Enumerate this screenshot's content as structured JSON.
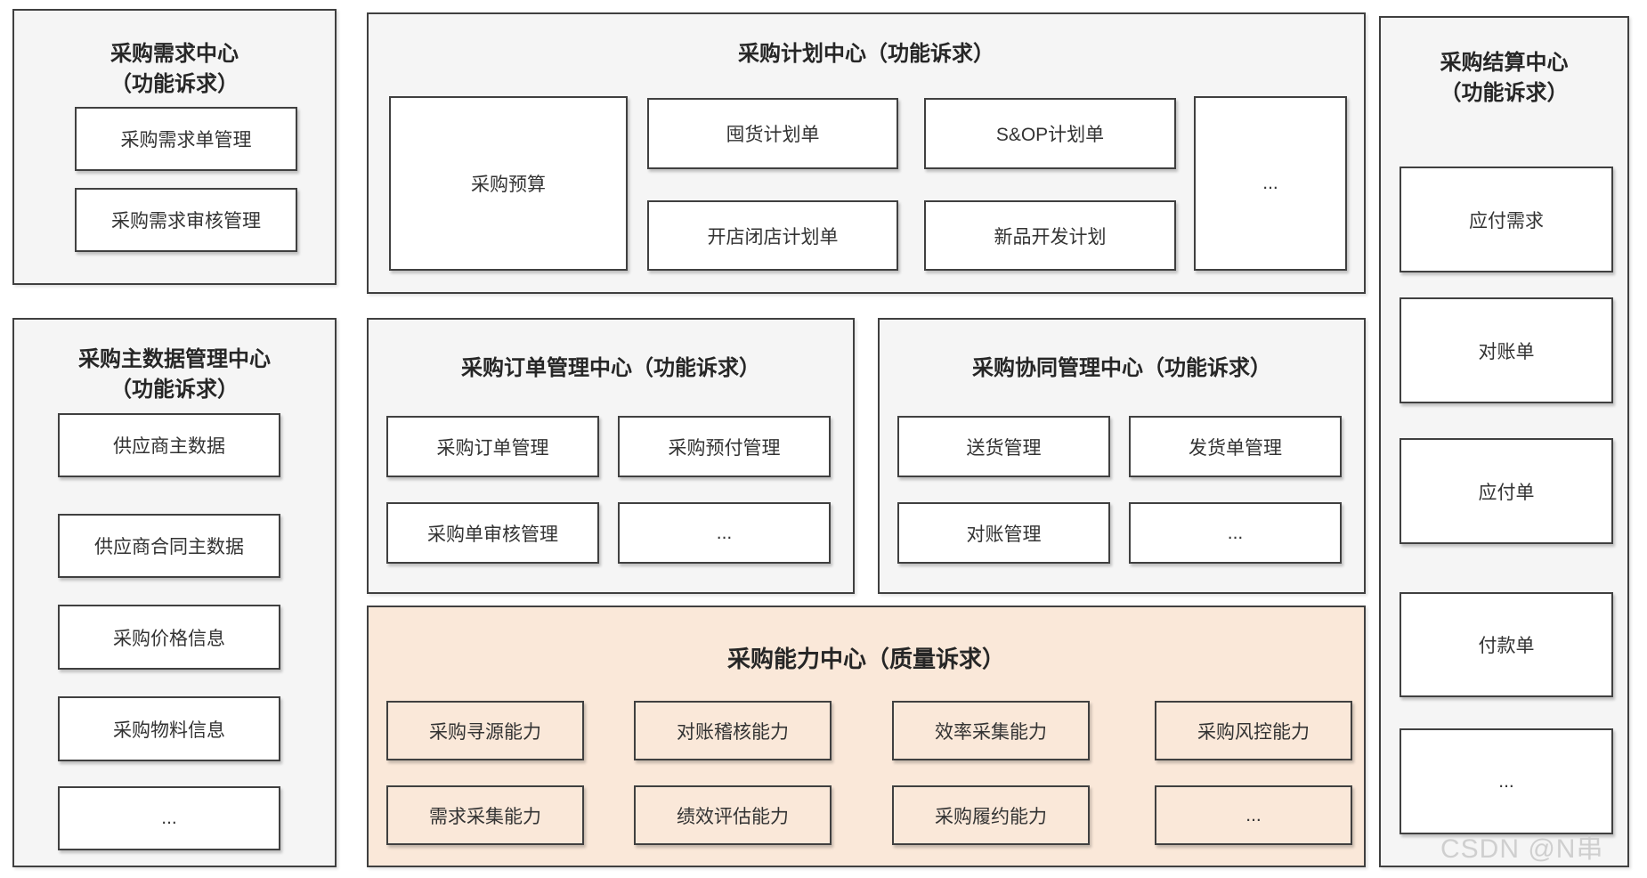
{
  "diagram": {
    "watermark": "CSDN @N串",
    "colors": {
      "panel_bg": "#f5f5f5",
      "panel_border": "#404040",
      "box_bg": "#ffffff",
      "capability_bg": "#fae8d9",
      "text": "#262626",
      "watermark_color": "#cfcfcf"
    },
    "panels": {
      "demand": {
        "title": "采购需求中心",
        "subtitle": "（功能诉求）",
        "boxes": [
          "采购需求单管理",
          "采购需求审核管理"
        ]
      },
      "plan": {
        "title": "采购计划中心（功能诉求）",
        "budget": "采购预算",
        "boxes": [
          "囤货计划单",
          "S&OP计划单",
          "开店闭店计划单",
          "新品开发计划"
        ],
        "more": "..."
      },
      "settlement": {
        "title": "采购结算中心",
        "subtitle": "（功能诉求）",
        "boxes": [
          "应付需求",
          "对账单",
          "应付单",
          "付款单",
          "..."
        ]
      },
      "master_data": {
        "title": "采购主数据管理中心",
        "subtitle": "（功能诉求）",
        "boxes": [
          "供应商主数据",
          "供应商合同主数据",
          "采购价格信息",
          "采购物料信息",
          "..."
        ]
      },
      "order": {
        "title": "采购订单管理中心（功能诉求）",
        "boxes": [
          "采购订单管理",
          "采购预付管理",
          "采购单审核管理",
          "..."
        ]
      },
      "collaboration": {
        "title": "采购协同管理中心（功能诉求）",
        "boxes": [
          "送货管理",
          "发货单管理",
          "对账管理",
          "..."
        ]
      },
      "capability": {
        "title": "采购能力中心（质量诉求）",
        "boxes": [
          "采购寻源能力",
          "对账稽核能力",
          "效率采集能力",
          "采购风控能力",
          "需求采集能力",
          "绩效评估能力",
          "采购履约能力",
          "..."
        ]
      }
    }
  }
}
